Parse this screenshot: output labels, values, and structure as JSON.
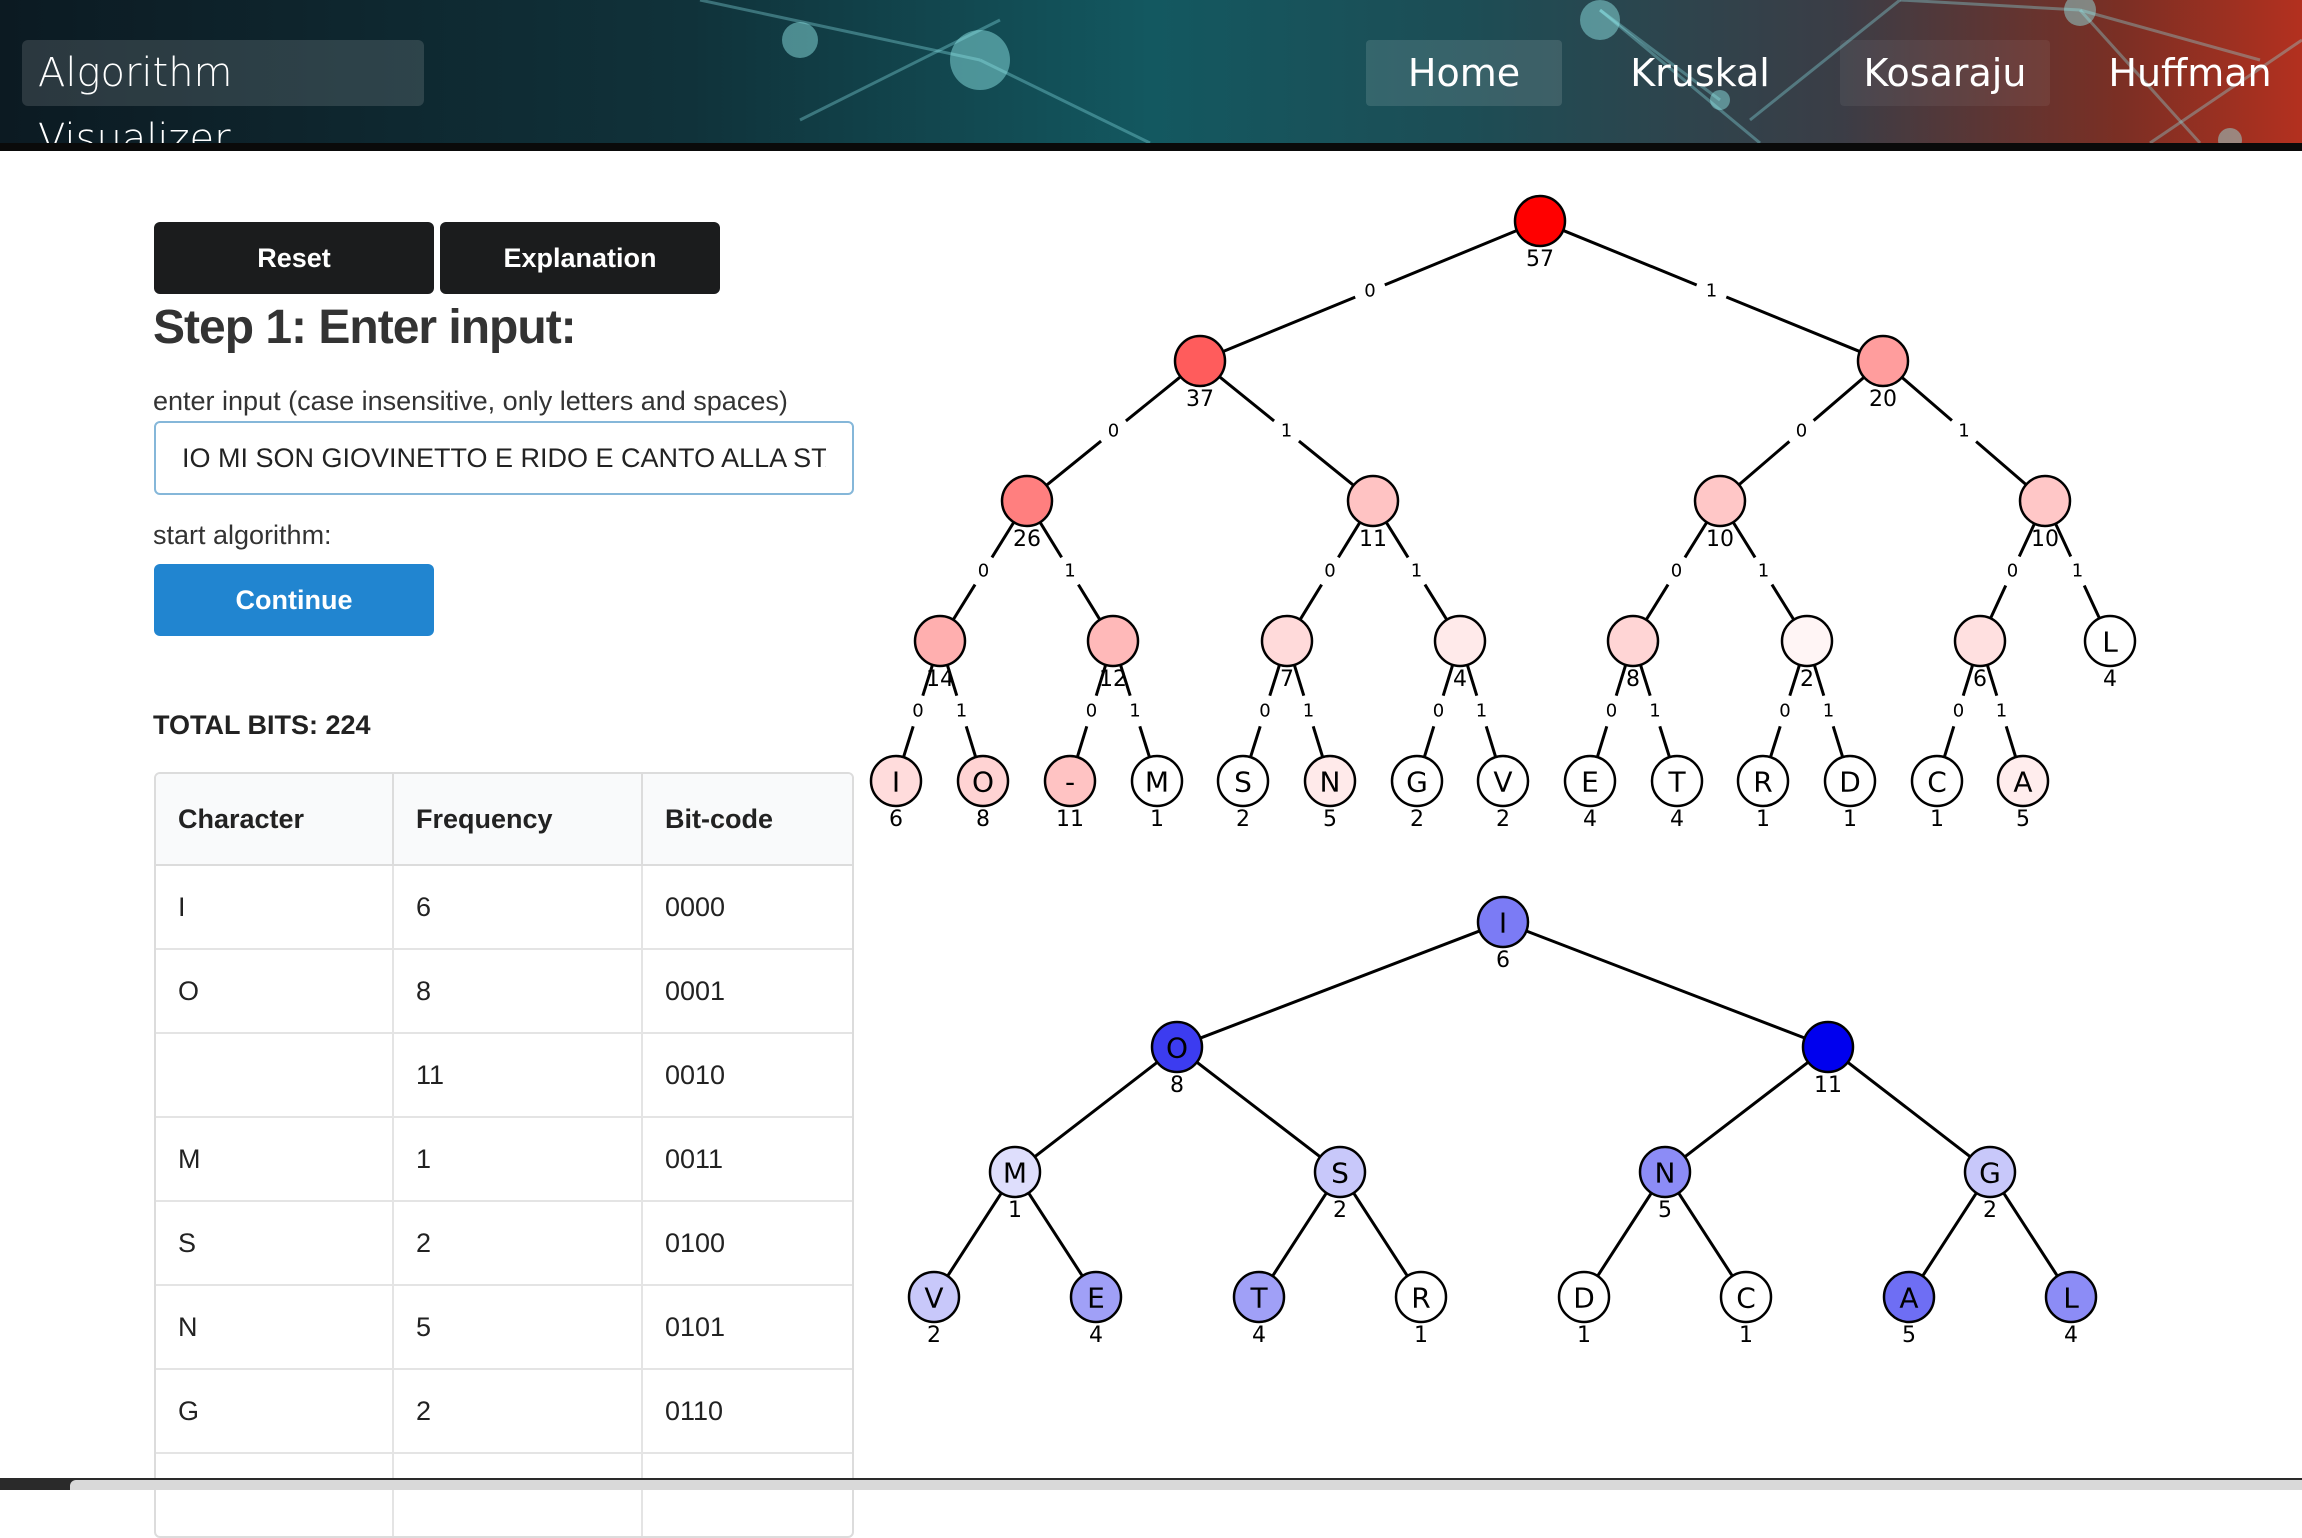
{
  "app": {
    "brand": "Algorithm Visualizer",
    "nav": [
      "Home",
      "Kruskal",
      "Kosaraju",
      "Huffman"
    ]
  },
  "controls": {
    "reset_label": "Reset",
    "explanation_label": "Explanation",
    "step_title": "Step 1: Enter input:",
    "input_label": "enter input (case insensitive, only letters and spaces)",
    "input_value": "IO MI SON GIOVINETTO E RIDO E CANTO ALLA STAGIONE NUOVA",
    "start_label": "start algorithm:",
    "continue_label": "Continue",
    "total_bits": "TOTAL BITS: 224"
  },
  "table": {
    "headers": [
      "Character",
      "Frequency",
      "Bit-code"
    ],
    "rows": [
      [
        "I",
        "6",
        "0000"
      ],
      [
        "O",
        "8",
        "0001"
      ],
      [
        "",
        "11",
        "0010"
      ],
      [
        "M",
        "1",
        "0011"
      ],
      [
        "S",
        "2",
        "0100"
      ],
      [
        "N",
        "5",
        "0101"
      ],
      [
        "G",
        "2",
        "0110"
      ],
      [
        "",
        "",
        ""
      ]
    ]
  },
  "huffman_tree": {
    "colors": {
      "root": "#ff0000",
      "stroke": "#000000"
    },
    "nodes": [
      {
        "id": "r",
        "label": "",
        "value": "57",
        "fill": "#ff0000"
      },
      {
        "id": "a",
        "label": "",
        "value": "37",
        "fill": "#ff5c5c"
      },
      {
        "id": "b",
        "label": "",
        "value": "20",
        "fill": "#ff9d9d"
      },
      {
        "id": "c",
        "label": "",
        "value": "26",
        "fill": "#ff7f7f"
      },
      {
        "id": "d",
        "label": "",
        "value": "11",
        "fill": "#ffc3c3"
      },
      {
        "id": "e",
        "label": "",
        "value": "10",
        "fill": "#ffc7c7"
      },
      {
        "id": "f",
        "label": "",
        "value": "10",
        "fill": "#ffc7c7"
      },
      {
        "id": "g",
        "label": "",
        "value": "14",
        "fill": "#ffafaf"
      },
      {
        "id": "h",
        "label": "",
        "value": "12",
        "fill": "#ffb9b9"
      },
      {
        "id": "i",
        "label": "",
        "value": "7",
        "fill": "#ffdada"
      },
      {
        "id": "j",
        "label": "",
        "value": "4",
        "fill": "#ffeaea"
      },
      {
        "id": "k",
        "label": "",
        "value": "8",
        "fill": "#ffd5d5"
      },
      {
        "id": "l",
        "label": "",
        "value": "2",
        "fill": "#fff5f5"
      },
      {
        "id": "m",
        "label": "",
        "value": "6",
        "fill": "#ffe0e0"
      },
      {
        "id": "n",
        "label": "L",
        "value": "4",
        "fill": "#ffffff"
      },
      {
        "id": "o1",
        "label": "I",
        "value": "6",
        "fill": "#ffdcdc"
      },
      {
        "id": "o2",
        "label": "O",
        "value": "8",
        "fill": "#ffd3d3"
      },
      {
        "id": "o3",
        "label": "-",
        "value": "11",
        "fill": "#ffc3c3"
      },
      {
        "id": "o4",
        "label": "M",
        "value": "1",
        "fill": "#ffffff"
      },
      {
        "id": "o5",
        "label": "S",
        "value": "2",
        "fill": "#ffffff"
      },
      {
        "id": "o6",
        "label": "N",
        "value": "5",
        "fill": "#ffeaea"
      },
      {
        "id": "o7",
        "label": "G",
        "value": "2",
        "fill": "#ffffff"
      },
      {
        "id": "o8",
        "label": "V",
        "value": "2",
        "fill": "#ffffff"
      },
      {
        "id": "o9",
        "label": "E",
        "value": "4",
        "fill": "#ffffff"
      },
      {
        "id": "o10",
        "label": "T",
        "value": "4",
        "fill": "#ffffff"
      },
      {
        "id": "o11",
        "label": "R",
        "value": "1",
        "fill": "#ffffff"
      },
      {
        "id": "o12",
        "label": "D",
        "value": "1",
        "fill": "#ffffff"
      },
      {
        "id": "o13",
        "label": "C",
        "value": "1",
        "fill": "#ffffff"
      },
      {
        "id": "o14",
        "label": "A",
        "value": "5",
        "fill": "#ffeded"
      }
    ],
    "edges": [
      {
        "from": "r",
        "to": "a",
        "bit": "0"
      },
      {
        "from": "r",
        "to": "b",
        "bit": "1"
      },
      {
        "from": "a",
        "to": "c",
        "bit": "0"
      },
      {
        "from": "a",
        "to": "d",
        "bit": "1"
      },
      {
        "from": "b",
        "to": "e",
        "bit": "0"
      },
      {
        "from": "b",
        "to": "f",
        "bit": "1"
      },
      {
        "from": "c",
        "to": "g",
        "bit": "0"
      },
      {
        "from": "c",
        "to": "h",
        "bit": "1"
      },
      {
        "from": "d",
        "to": "i",
        "bit": "0"
      },
      {
        "from": "d",
        "to": "j",
        "bit": "1"
      },
      {
        "from": "e",
        "to": "k",
        "bit": "0"
      },
      {
        "from": "e",
        "to": "l",
        "bit": "1"
      },
      {
        "from": "f",
        "to": "m",
        "bit": "0"
      },
      {
        "from": "f",
        "to": "n",
        "bit": "1"
      },
      {
        "from": "g",
        "to": "o1",
        "bit": "0"
      },
      {
        "from": "g",
        "to": "o2",
        "bit": "1"
      },
      {
        "from": "h",
        "to": "o3",
        "bit": "0"
      },
      {
        "from": "h",
        "to": "o4",
        "bit": "1"
      },
      {
        "from": "i",
        "to": "o5",
        "bit": "0"
      },
      {
        "from": "i",
        "to": "o6",
        "bit": "1"
      },
      {
        "from": "j",
        "to": "o7",
        "bit": "0"
      },
      {
        "from": "j",
        "to": "o8",
        "bit": "1"
      },
      {
        "from": "k",
        "to": "o9",
        "bit": "0"
      },
      {
        "from": "k",
        "to": "o10",
        "bit": "1"
      },
      {
        "from": "l",
        "to": "o11",
        "bit": "0"
      },
      {
        "from": "l",
        "to": "o12",
        "bit": "1"
      },
      {
        "from": "m",
        "to": "o13",
        "bit": "0"
      },
      {
        "from": "m",
        "to": "o14",
        "bit": "1"
      }
    ]
  },
  "heap_tree": {
    "nodes": [
      {
        "id": "h0",
        "label": "I",
        "value": "6",
        "fill": "#7b7bf5"
      },
      {
        "id": "h1",
        "label": "O",
        "value": "8",
        "fill": "#3c3cf0"
      },
      {
        "id": "h2",
        "label": "",
        "value": "11",
        "fill": "#0000ee"
      },
      {
        "id": "h3",
        "label": "M",
        "value": "1",
        "fill": "#dedefc"
      },
      {
        "id": "h4",
        "label": "S",
        "value": "2",
        "fill": "#c8c8fa"
      },
      {
        "id": "h5",
        "label": "N",
        "value": "5",
        "fill": "#8c8cf6"
      },
      {
        "id": "h6",
        "label": "G",
        "value": "2",
        "fill": "#c8c8fa"
      },
      {
        "id": "h7",
        "label": "V",
        "value": "2",
        "fill": "#c8c8fa"
      },
      {
        "id": "h8",
        "label": "E",
        "value": "4",
        "fill": "#a0a0f7"
      },
      {
        "id": "h9",
        "label": "T",
        "value": "4",
        "fill": "#a0a0f7"
      },
      {
        "id": "h10",
        "label": "R",
        "value": "1",
        "fill": "#ffffff"
      },
      {
        "id": "h11",
        "label": "D",
        "value": "1",
        "fill": "#ffffff"
      },
      {
        "id": "h12",
        "label": "C",
        "value": "1",
        "fill": "#ffffff"
      },
      {
        "id": "h13",
        "label": "A",
        "value": "5",
        "fill": "#6e6ef4"
      },
      {
        "id": "h14",
        "label": "L",
        "value": "4",
        "fill": "#8c8cf6"
      }
    ]
  }
}
